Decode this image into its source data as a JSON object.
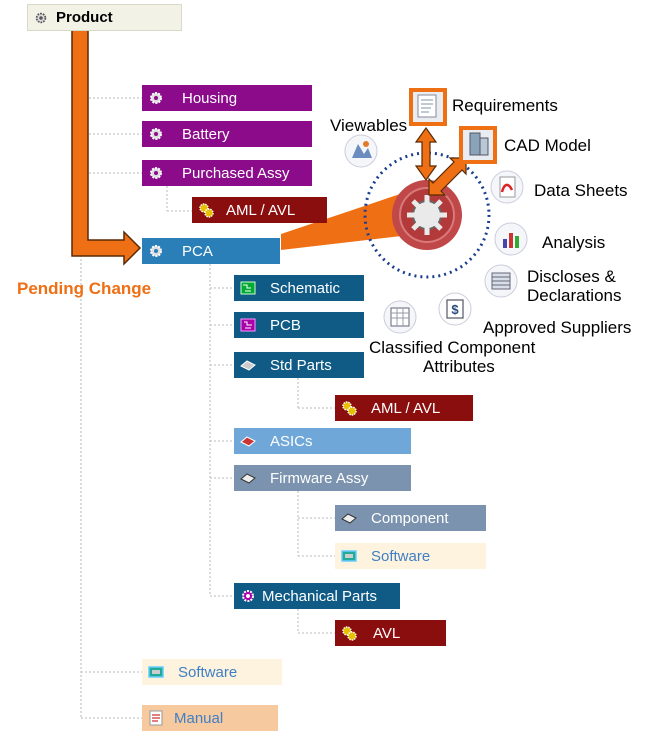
{
  "product": {
    "label": "Product",
    "icon": "gear-icon"
  },
  "pending_change": "Pending Change",
  "nodes": {
    "housing": "Housing",
    "battery": "Battery",
    "purchased_assy": "Purchased Assy",
    "aml_avl_1": "AML / AVL",
    "pca": "PCA",
    "schematic": "Schematic",
    "pcb": "PCB",
    "std_parts": "Std Parts",
    "aml_avl_2": "AML / AVL",
    "asics": "ASICs",
    "firmware_assy": "Firmware Assy",
    "component": "Component",
    "software_1": "Software",
    "mechanical_parts": "Mechanical Parts",
    "avl": "AVL",
    "software_2": "Software",
    "manual": "Manual"
  },
  "satellites": {
    "requirements": "Requirements",
    "viewables": "Viewables",
    "cad_model": "CAD Model",
    "data_sheets": "Data Sheets",
    "analysis": "Analysis",
    "discloses_1": "Discloses &",
    "discloses_2": "Declarations",
    "approved_suppliers": "Approved Suppliers",
    "classified_1": "Classified Component",
    "classified_2": "Attributes"
  },
  "colors": {
    "purple": "#8b0b8b",
    "maroon": "#8b0e0e",
    "pca_blue": "#2a7fb9",
    "navy": "#0f5b86",
    "light_blue": "#6fa8d8",
    "slate": "#7b93ae",
    "orange": "#ee6f14",
    "hub": "#c04848"
  }
}
